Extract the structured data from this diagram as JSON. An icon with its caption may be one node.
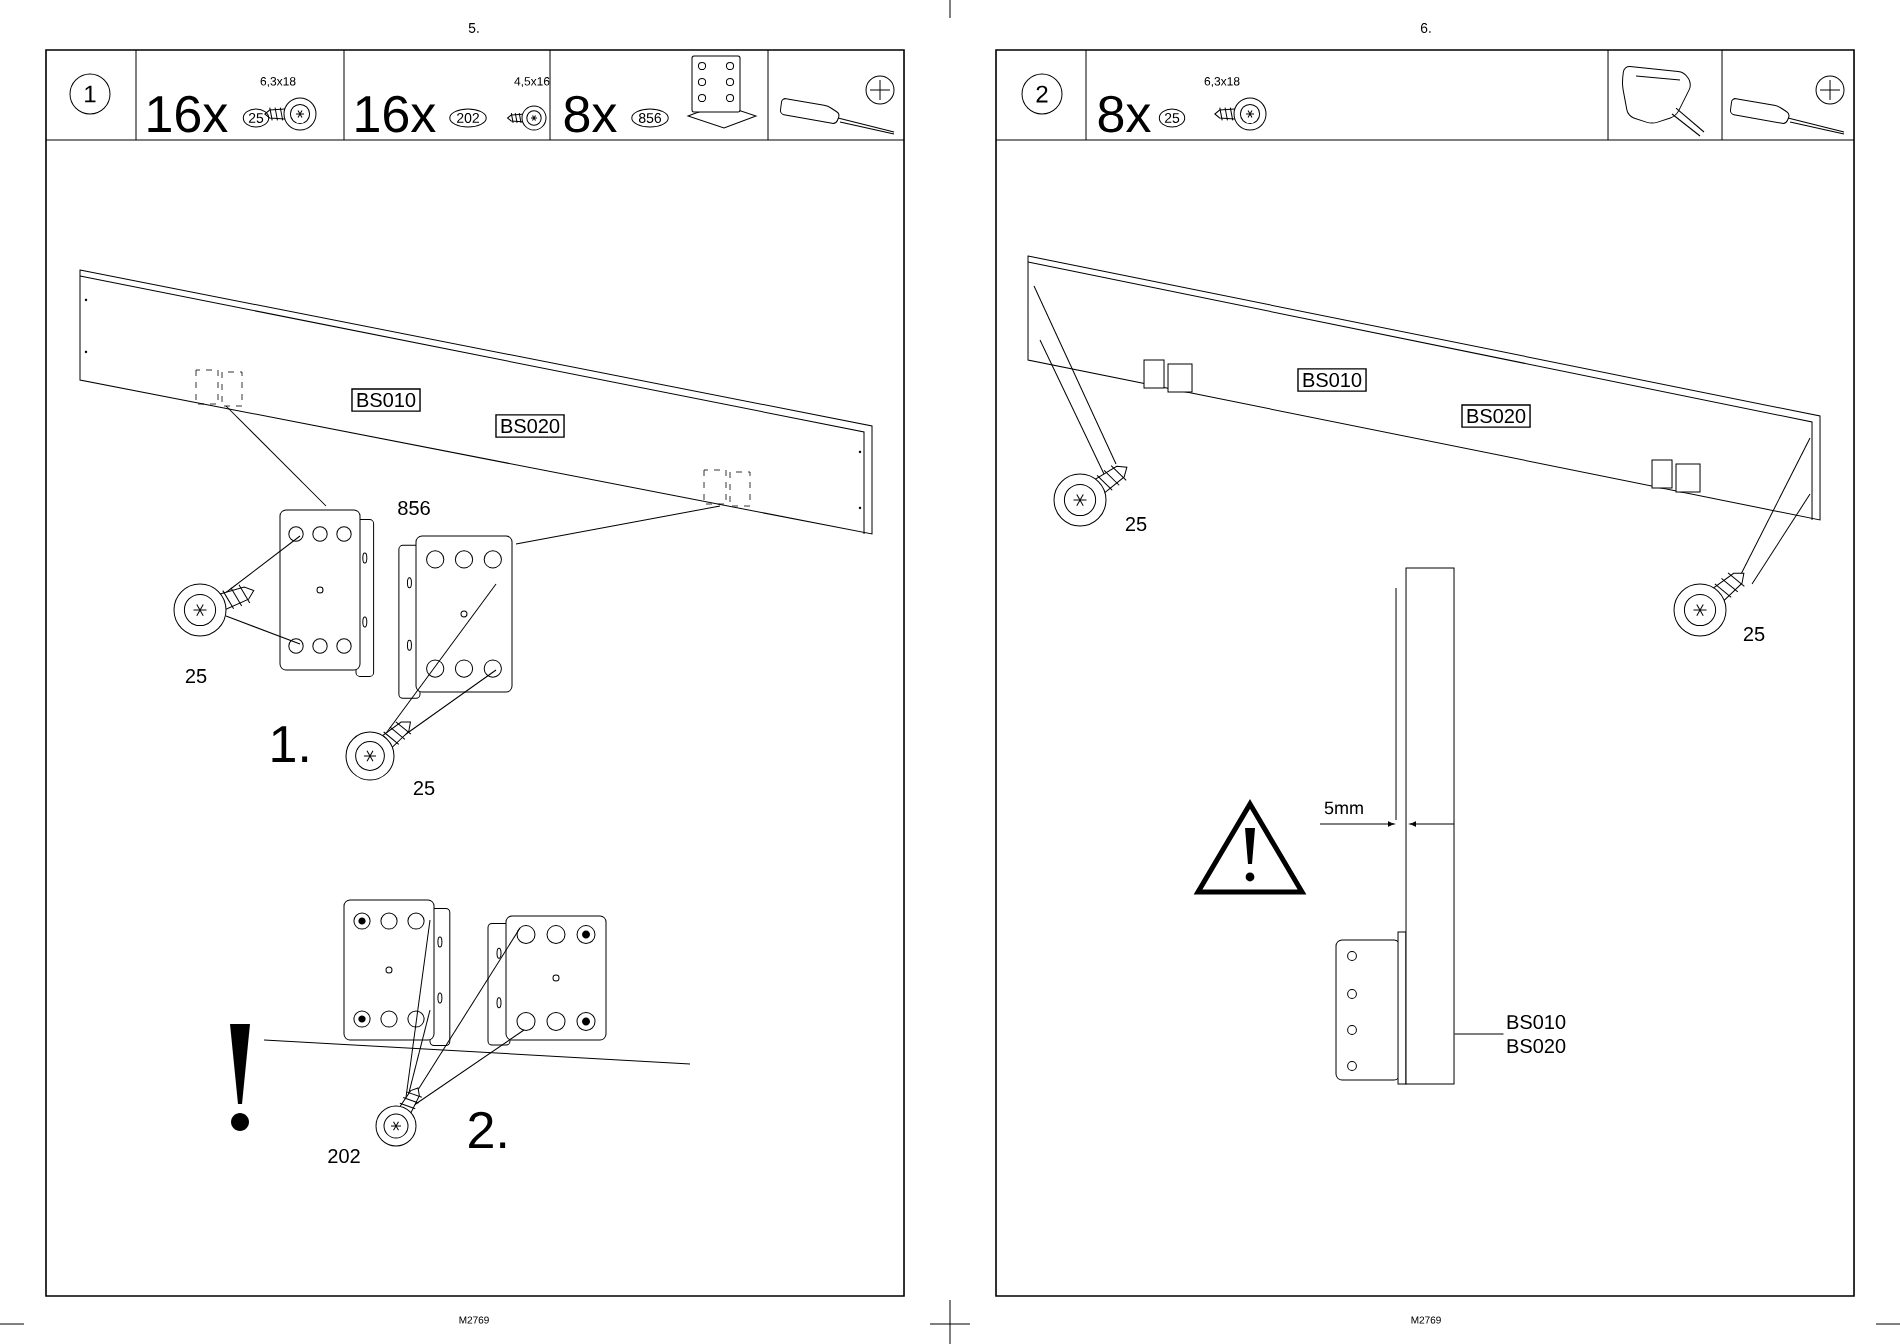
{
  "diagram": {
    "nodes": [
      {
        "text": [
          "1"
        ]
      },
      {
        "text": [
          "25"
        ]
      },
      {
        "text": [
          "202"
        ]
      },
      {
        "text": [
          "856"
        ]
      },
      {
        "text": [
          "BS010"
        ]
      },
      {
        "text": [
          "BS020"
        ]
      },
      {
        "text": [
          "2"
        ]
      },
      {
        "text": [
          "25"
        ]
      },
      {
        "text": [
          "BS010"
        ]
      },
      {
        "text": [
          "BS020"
        ]
      },
      {
        "text": [
          "BS010 BS020"
        ]
      },
      {
        "text": [],
        "shape": "picture"
      }
    ],
    "edges": [
      {
        "from": 10,
        "to": 11,
        "arrow": "none"
      }
    ],
    "labels": [
      "5.",
      "16x",
      "6,3x18",
      "16x",
      "4,5x16",
      "8x",
      "856",
      "25",
      "1.",
      "25",
      "202",
      "2.",
      "M2769",
      "6.",
      "8x",
      "6,3x18",
      "25",
      "25",
      "5mm",
      "M2769"
    ]
  }
}
